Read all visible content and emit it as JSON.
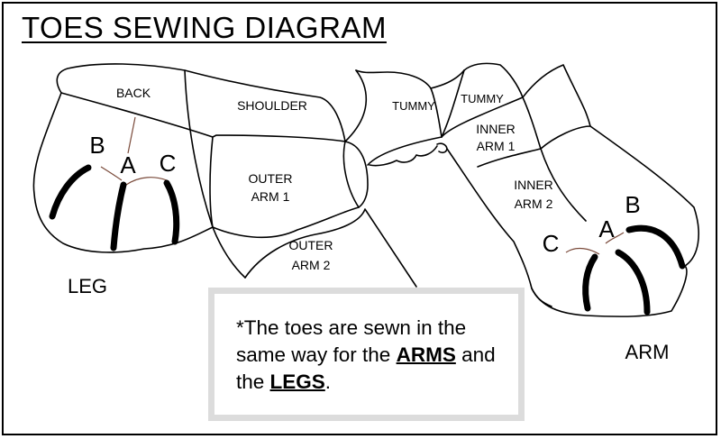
{
  "title": "TOES SEWING DIAGRAM",
  "labels": {
    "back": "BACK",
    "shoulder": "SHOULDER",
    "tummy_1": "TUMMY",
    "tummy_2": "TUMMY",
    "inner_arm_1_line1": "INNER",
    "inner_arm_1_line2": "ARM 1",
    "inner_arm_2_line1": "INNER",
    "inner_arm_2_line2": "ARM 2",
    "outer_arm_1_line1": "OUTER",
    "outer_arm_1_line2": "ARM 1",
    "outer_arm_2_line1": "OUTER",
    "outer_arm_2_line2": "ARM 2",
    "leg": "LEG",
    "arm": "ARM",
    "leg_b": "B",
    "leg_a": "A",
    "leg_c": "C",
    "arm_c": "C",
    "arm_a": "A",
    "arm_b": "B"
  },
  "note": {
    "text_1": "*The toes are sewn in the same way for the ",
    "arms": "ARMS",
    "text_2": " and the ",
    "legs": "LEGS",
    "text_3": "."
  },
  "colors": {
    "outline": "#000000",
    "seam_guide": "#7a4a3a",
    "note_border": "#dcdcdc"
  }
}
